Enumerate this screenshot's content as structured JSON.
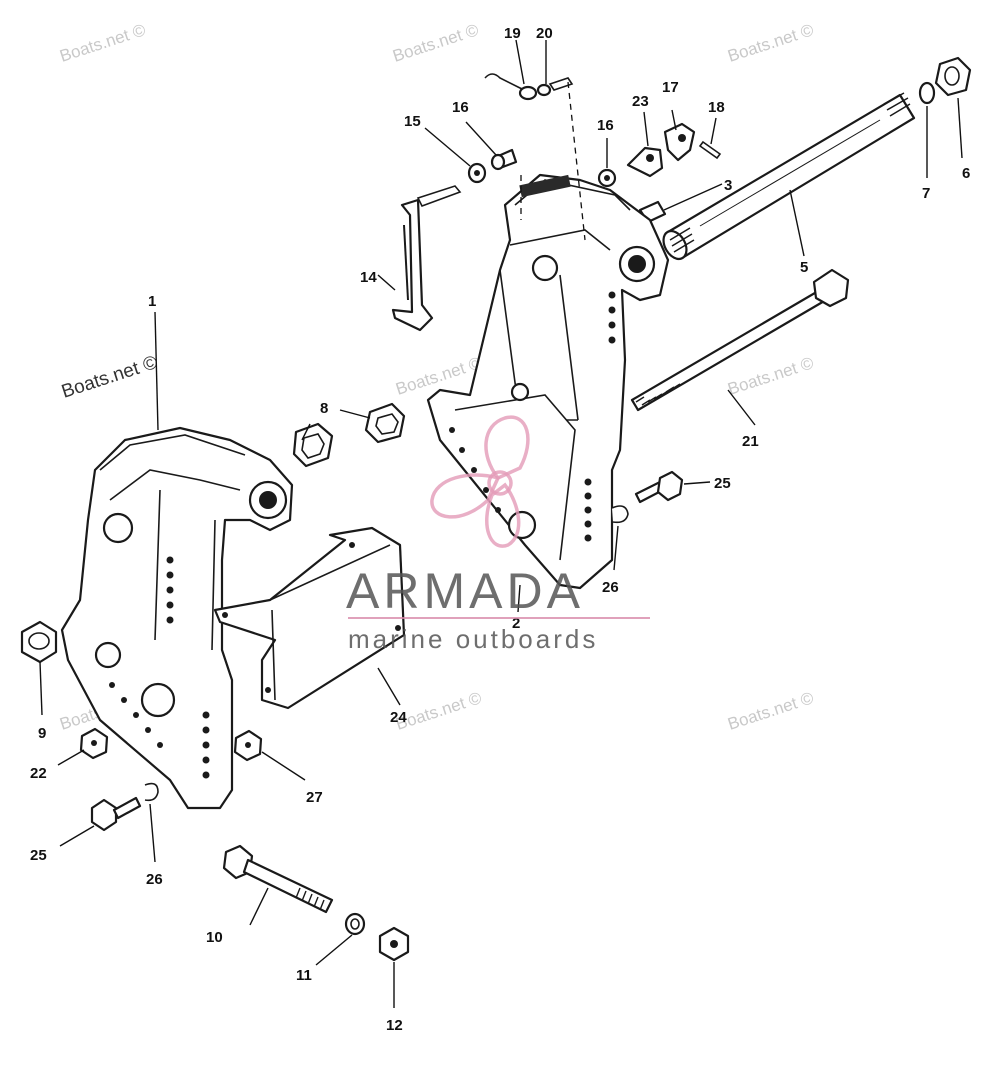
{
  "diagram": {
    "callouts": [
      "1",
      "2",
      "3",
      "5",
      "6",
      "7",
      "8",
      "9",
      "10",
      "11",
      "12",
      "14",
      "15",
      "16",
      "16",
      "17",
      "18",
      "19",
      "20",
      "21",
      "22",
      "23",
      "24",
      "25",
      "25",
      "26",
      "26",
      "27"
    ]
  },
  "watermarks": {
    "site": "Boats.net ©"
  },
  "brand": {
    "name": "ARMADA",
    "tagline": "marine outboards",
    "accent_color": "#e39bb8"
  }
}
